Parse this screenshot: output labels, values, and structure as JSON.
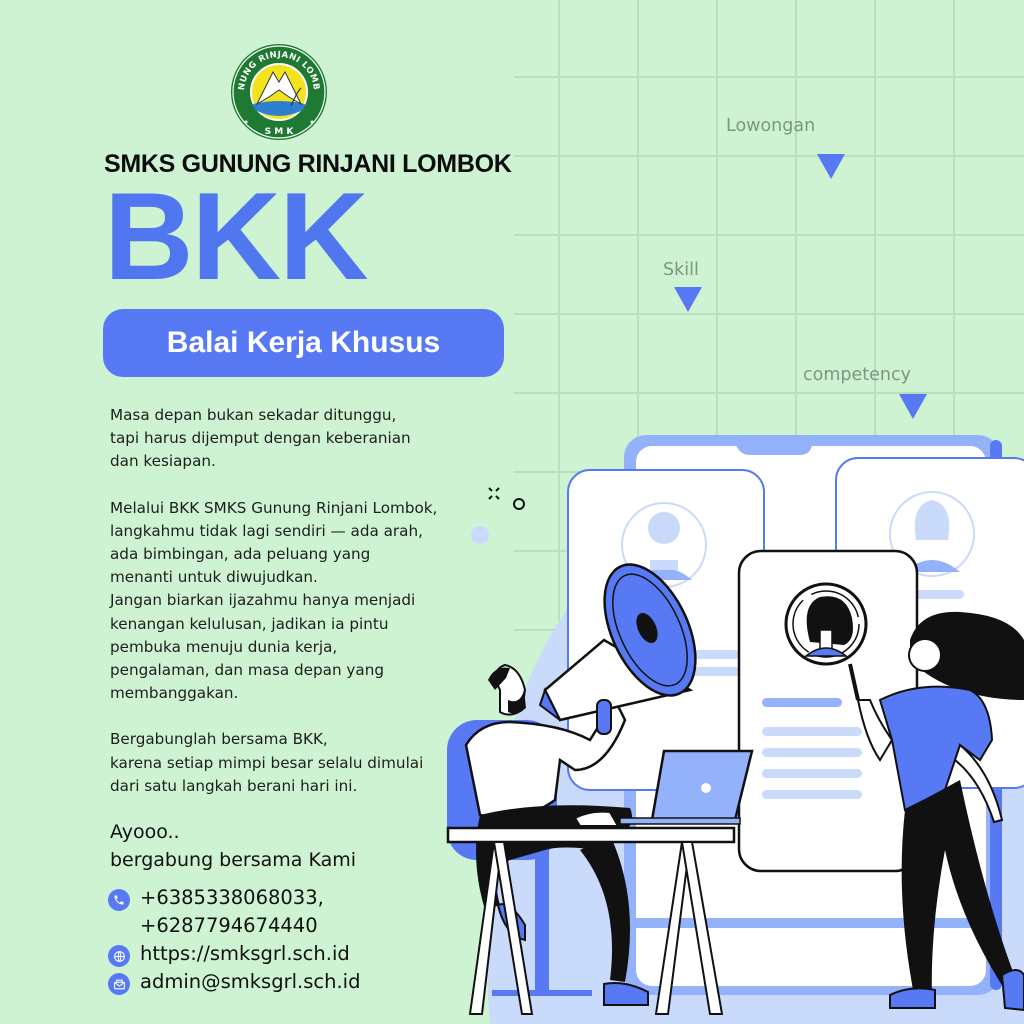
{
  "logo": {
    "ring_text": "GUNUNG RINJANI LOMBOK",
    "bottom_text": "S M K",
    "colors": {
      "ring": "#1e7a32",
      "inner": "#f3e21e",
      "water": "#2f7fd0"
    }
  },
  "header": {
    "school_name": "SMKS GUNUNG RINJANI LOMBOK",
    "title": "BKK",
    "subtitle": "Balai Kerja Khusus"
  },
  "body": {
    "paragraphs": [
      "Masa depan bukan sekadar ditunggu,\ntapi harus dijemput dengan keberanian\ndan kesiapan.",
      "Melalui BKK SMKS Gunung Rinjani Lombok,\nlangkahmu tidak lagi sendiri — ada arah,\nada bimbingan, ada peluang yang\nmenanti untuk diwujudkan.\nJangan biarkan ijazahmu hanya menjadi\nkenangan kelulusan, jadikan ia pintu\npembuka menuju dunia kerja,\npengalaman, dan masa depan yang\nmembanggakan.",
      "Bergabunglah bersama BKK,\nkarena setiap mimpi besar selalu dimulai\ndari satu langkah berani hari ini."
    ]
  },
  "cta": {
    "text": "Ayooo..\nbergabung bersama Kami"
  },
  "contacts": [
    {
      "icon": "phone-icon",
      "value": "+6385338068033,\n+6287794674440"
    },
    {
      "icon": "globe-icon",
      "value": "https://smksgrl.sch.id"
    },
    {
      "icon": "mail-icon",
      "value": "admin@smksgrl.sch.id"
    }
  ],
  "labels": {
    "lowongan": "Lowongan",
    "skill": "Skill",
    "competency": "competency"
  },
  "colors": {
    "background": "#cef3d2",
    "grid": "#b9dfbf",
    "accent": "#5779f4",
    "light_blue": "#c9dafb",
    "mid_blue": "#93b2fb",
    "label_gray": "#7f9583"
  }
}
